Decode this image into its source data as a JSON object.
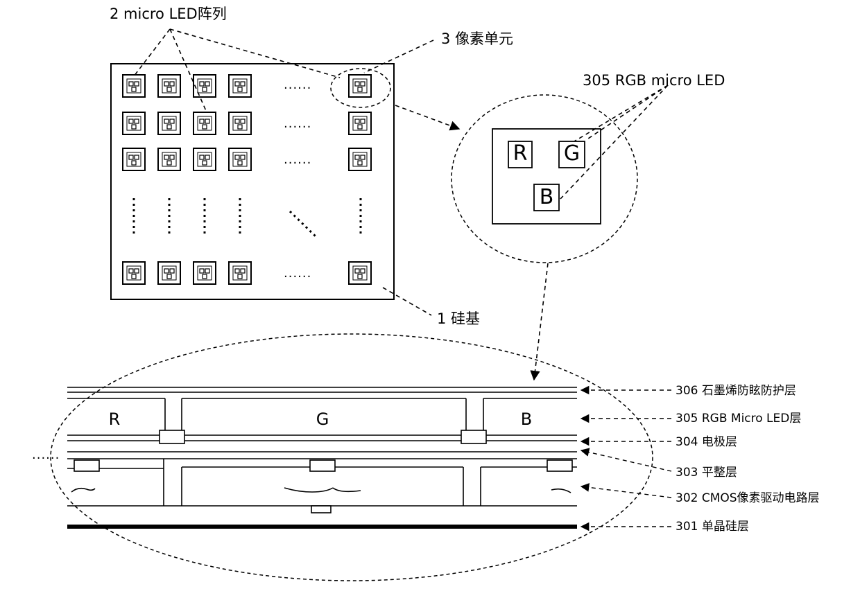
{
  "labels": {
    "array": "2 micro LED阵列",
    "pixel_unit": "3 像素单元",
    "rgb_led": "305 RGB micro LED",
    "substrate": "1 硅基"
  },
  "pixel_letters": [
    "R",
    "G",
    "B"
  ],
  "cross_section": {
    "letters": [
      "R",
      "G",
      "B"
    ],
    "layers": [
      "306 石墨烯防眩防护层",
      "305 RGB Micro LED层",
      "304 电极层",
      "303 平整层",
      "302 CMOS像素驱动电路层",
      "301 单晶硅层"
    ]
  },
  "ellipsis": "......"
}
